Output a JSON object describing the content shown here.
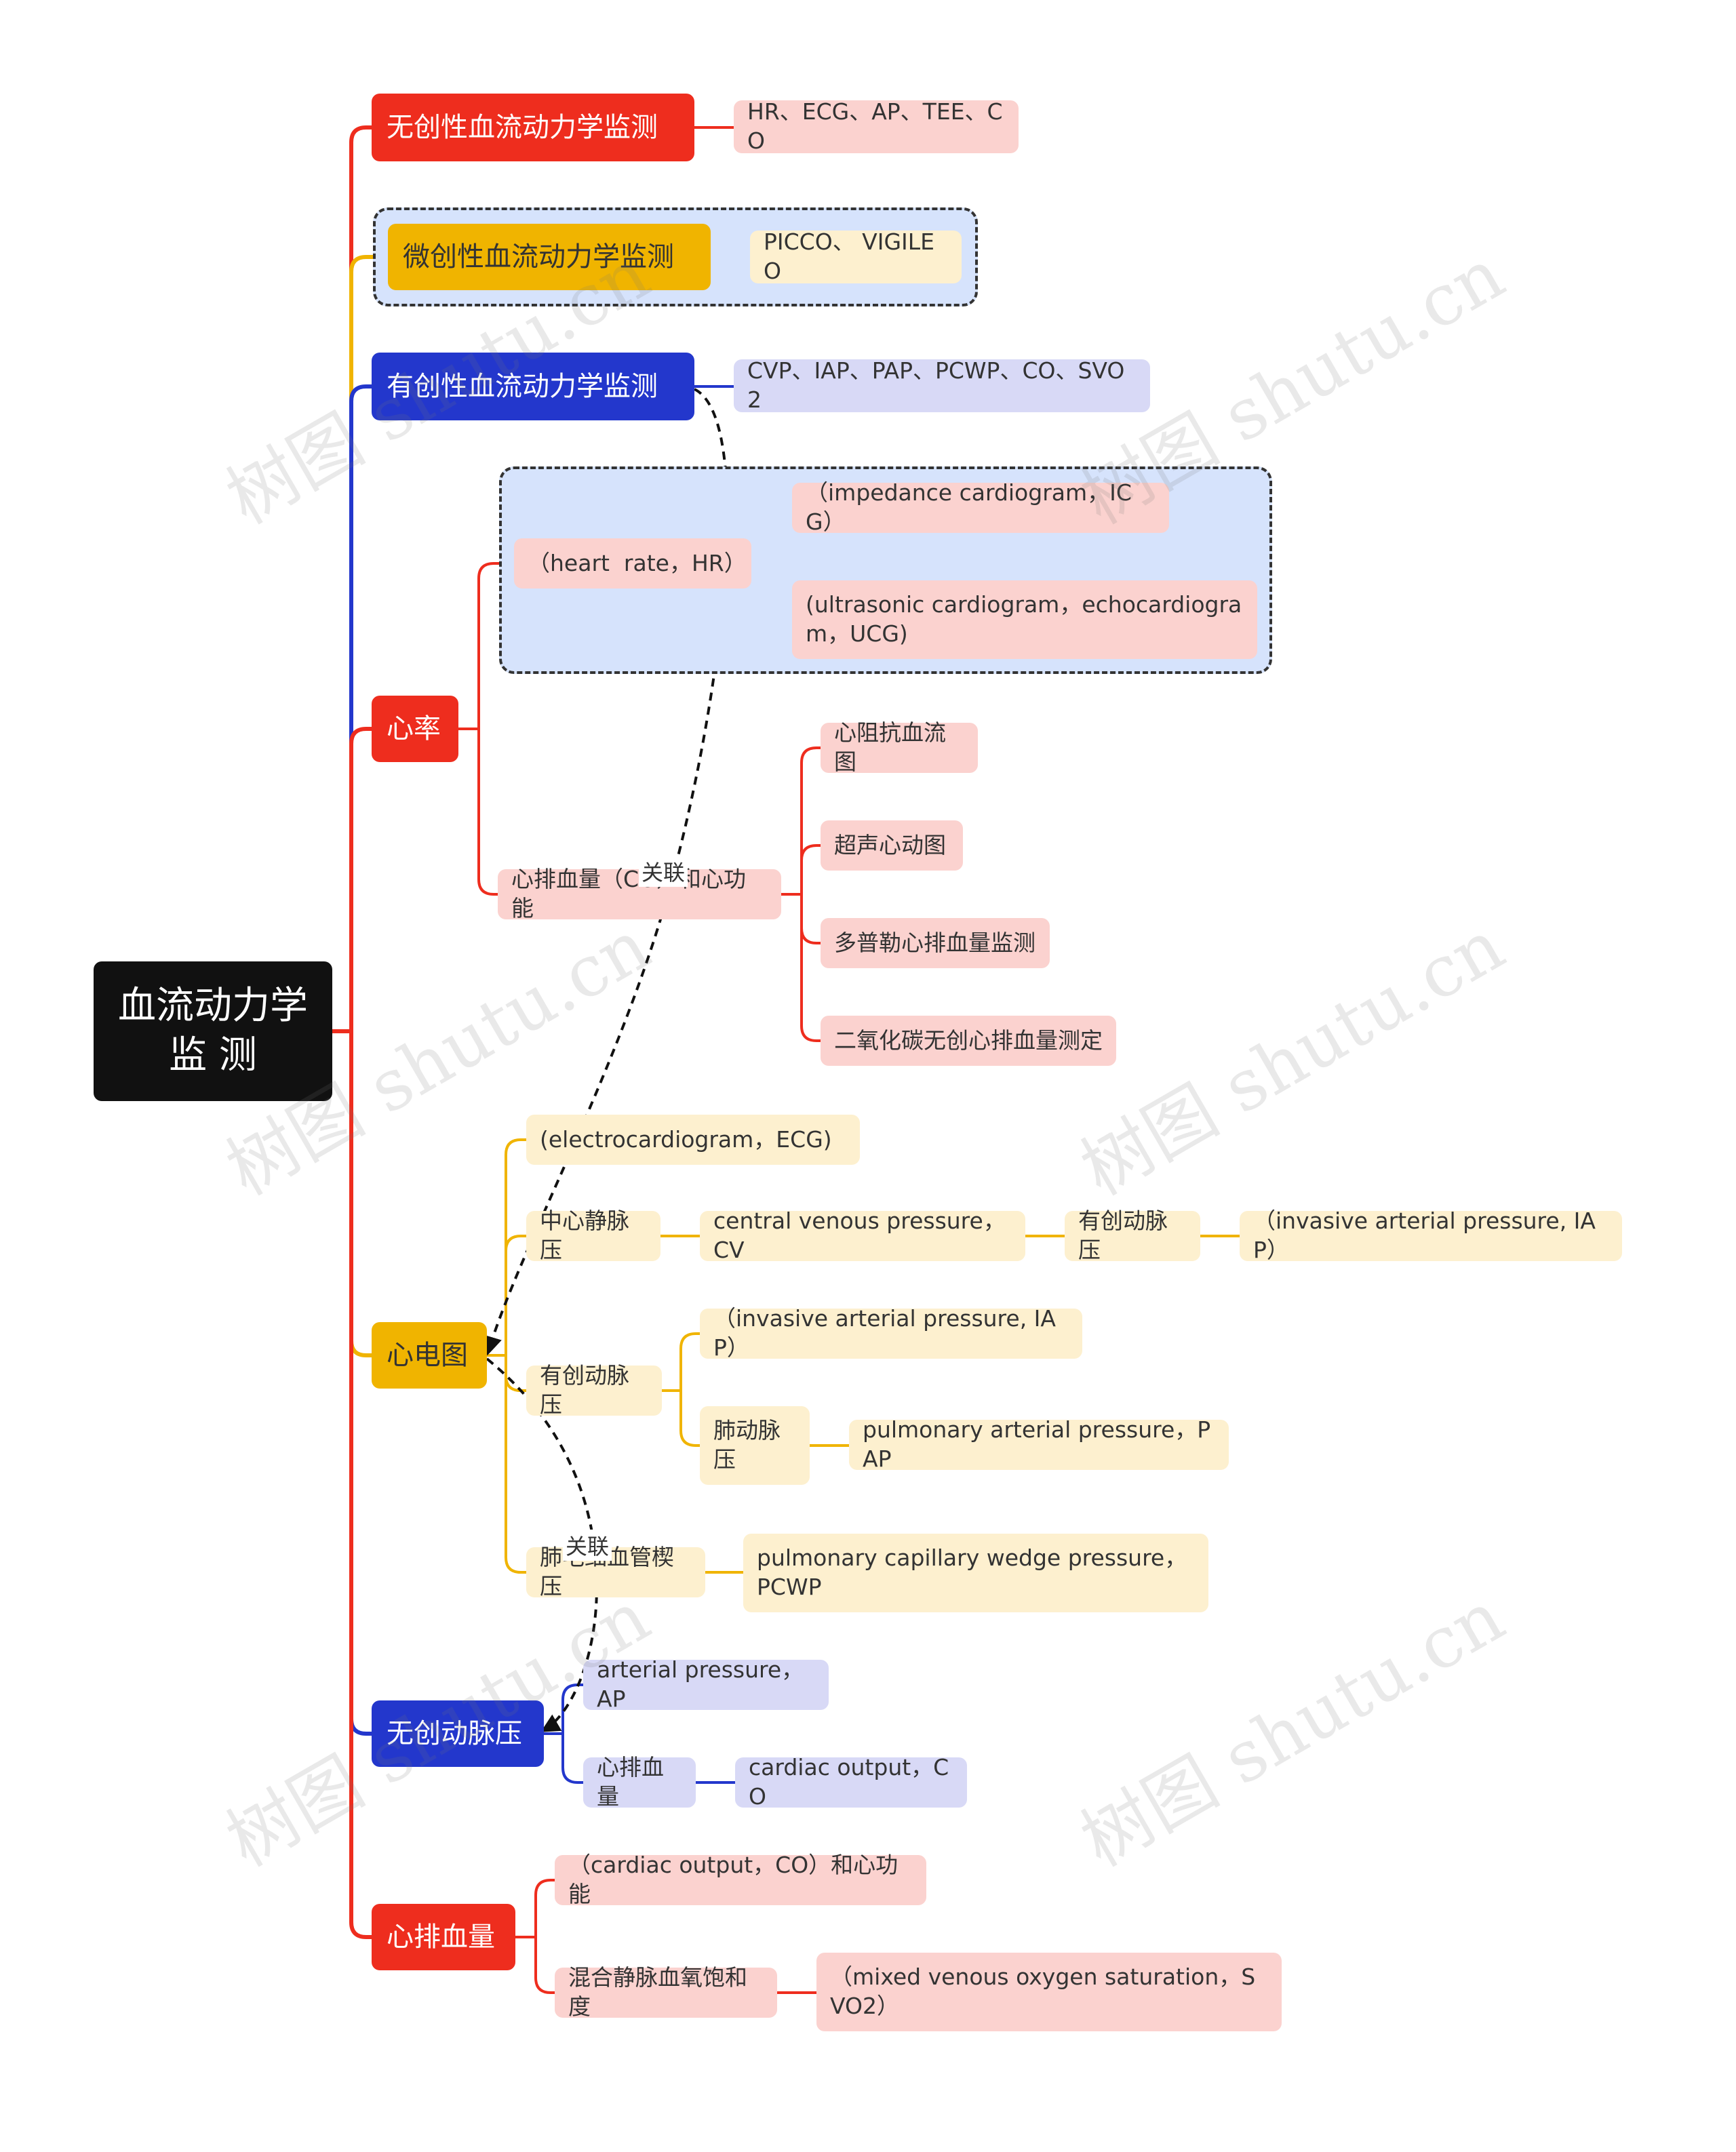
{
  "root": {
    "label": "血流动力学\n监 测"
  },
  "branches": [
    {
      "id": "b1",
      "label": "无创性血流动力学监测",
      "color": "red",
      "children": [
        {
          "id": "b1c1",
          "label": "HR、ECG、AP、TEE、CO"
        }
      ]
    },
    {
      "id": "b2",
      "label": "微创性血流动力学监测",
      "color": "yellow",
      "children": [
        {
          "id": "b2c1",
          "label": "PICCO、 VIGILEO"
        }
      ]
    },
    {
      "id": "b3",
      "label": "有创性血流动力学监测",
      "color": "blue",
      "children": [
        {
          "id": "b3c1",
          "label": "CVP、IAP、PAP、PCWP、CO、SVO2"
        }
      ]
    },
    {
      "id": "b4",
      "label": "心率",
      "color": "red",
      "children": [
        {
          "id": "b4a",
          "label": "（heart  rate，HR）",
          "children": [
            {
              "id": "b4a1",
              "label": "（impedance cardiogram，ICG）"
            },
            {
              "id": "b4a2",
              "label": "(ultrasonic cardiogram，echocardiogram，UCG)"
            }
          ]
        },
        {
          "id": "b4b",
          "label": "心排血量（CO）和心功能",
          "children": [
            {
              "id": "b4b1",
              "label": "心阻抗血流图"
            },
            {
              "id": "b4b2",
              "label": "超声心动图"
            },
            {
              "id": "b4b3",
              "label": "多普勒心排血量监测"
            },
            {
              "id": "b4b4",
              "label": "二氧化碳无创心排血量测定"
            }
          ]
        }
      ]
    },
    {
      "id": "b5",
      "label": "心电图",
      "color": "yellow",
      "children": [
        {
          "id": "b5a",
          "label": "(electrocardiogram，ECG)"
        },
        {
          "id": "b5b",
          "label": "中心静脉压",
          "children": [
            {
              "id": "b5b1",
              "label": "central venous pressure，CV",
              "children": [
                {
                  "id": "b5b1a",
                  "label": "有创动脉压",
                  "children": [
                    {
                      "id": "b5b1a1",
                      "label": "（invasive arterial pressure, IAP）"
                    }
                  ]
                }
              ]
            }
          ]
        },
        {
          "id": "b5c",
          "label": "有创动脉压",
          "children": [
            {
              "id": "b5c1",
              "label": "（invasive arterial pressure, IAP）"
            },
            {
              "id": "b5c2",
              "label": "肺动脉压",
              "children": [
                {
                  "id": "b5c2a",
                  "label": "pulmonary arterial pressure，PAP"
                }
              ]
            }
          ]
        },
        {
          "id": "b5d",
          "label": "肺毛细血管楔压",
          "children": [
            {
              "id": "b5d1",
              "label": "pulmonary capillary wedge pressure，PCWP"
            }
          ]
        }
      ]
    },
    {
      "id": "b6",
      "label": "无创动脉压",
      "color": "blue",
      "children": [
        {
          "id": "b6a",
          "label": "arterial pressure，AP"
        },
        {
          "id": "b6b",
          "label": "心排血量",
          "children": [
            {
              "id": "b6b1",
              "label": "cardiac output，CO"
            }
          ]
        }
      ]
    },
    {
      "id": "b7",
      "label": "心排血量",
      "color": "red",
      "children": [
        {
          "id": "b7a",
          "label": "（cardiac output，CO）和心功能"
        },
        {
          "id": "b7b",
          "label": "混合静脉血氧饱和度",
          "children": [
            {
              "id": "b7b1",
              "label": "（mixed venous oxygen saturation，SVO2）"
            }
          ]
        }
      ]
    }
  ],
  "relations": [
    {
      "from": "b3",
      "to": "b5",
      "label": "关联"
    },
    {
      "from": "b5",
      "to": "b6",
      "label": "关联"
    }
  ],
  "watermark": "树图 shutu.cn",
  "colors": {
    "red": "#ee2d1e",
    "yellow": "#f0b400",
    "blue": "#2337cc",
    "red_light": "#fbd2cf",
    "yellow_light": "#fdf0cf",
    "blue_light": "#d8d9f6",
    "frame_fill": "#d6e3fc",
    "root": "#111111"
  }
}
